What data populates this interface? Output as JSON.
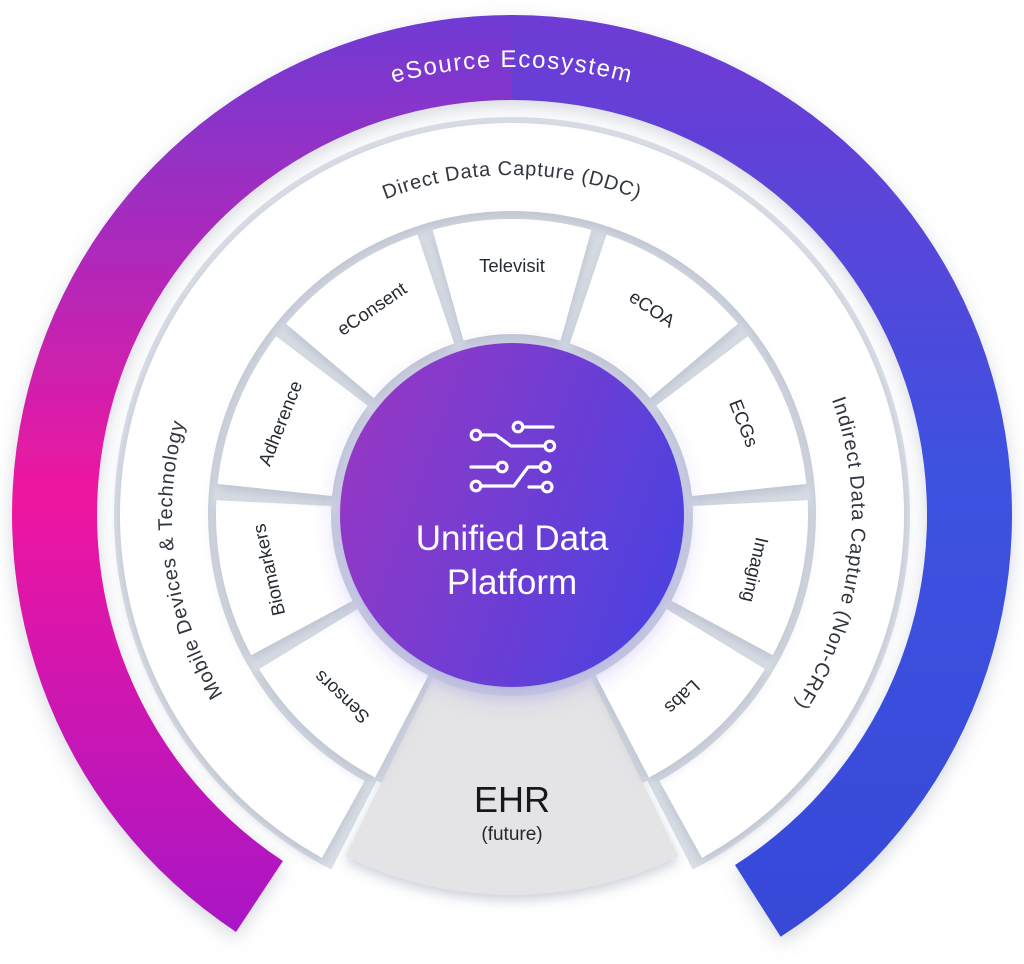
{
  "diagram": {
    "outer_ring": {
      "label": "eSource Ecosystem"
    },
    "middle_ring": {
      "top_label": "Direct Data Capture (DDC)",
      "right_label": "Indirect Data Capture (Non-CRF)",
      "left_label": "Mobile Devices & Technology"
    },
    "segments": [
      {
        "label": "Televisit"
      },
      {
        "label": "eCOA"
      },
      {
        "label": "ECGs"
      },
      {
        "label": "Imaging"
      },
      {
        "label": "Labs"
      },
      {
        "label": "Sensors"
      },
      {
        "label": "Biomarkers"
      },
      {
        "label": "Adherence"
      },
      {
        "label": "eConsent"
      }
    ],
    "ehr_wedge": {
      "label": "EHR",
      "sublabel": "(future)"
    },
    "center": {
      "label_line1": "Unified Data",
      "label_line2": "Platform",
      "icon": "circuit-icon"
    },
    "colors": {
      "gradient_pink": "#EE17A0",
      "gradient_purple": "#6F3BD4",
      "gradient_blue": "#3D52E0",
      "gradient_magenta_end": "#A819C5",
      "gradient_blue_end": "#3849D8",
      "center_gradient_start": "#9438C5",
      "center_gradient_end": "#4C42E0",
      "track_gray": "#DBDFE7",
      "wedge_gray": "#E4E4E6",
      "segment_white": "#FFFFFF",
      "label_dark": "#262B33"
    }
  }
}
